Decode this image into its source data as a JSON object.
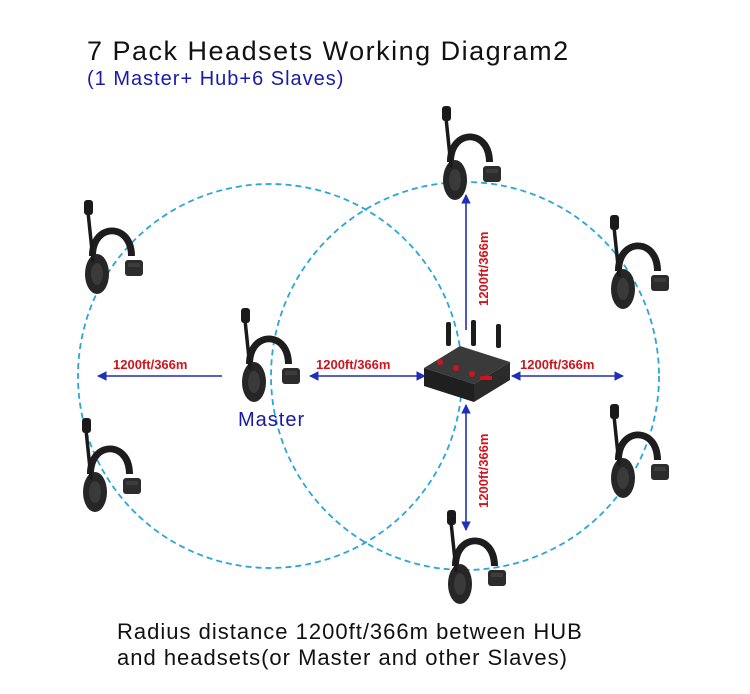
{
  "title": "7 Pack Headsets Working Diagram2",
  "subtitle": "(1 Master+ Hub+6 Slaves)",
  "labels": {
    "master": "Master",
    "distance": "1200ft/366m"
  },
  "caption": {
    "line1": "Radius distance 1200ft/366m between HUB",
    "line2": "and headsets(or Master and other Slaves)"
  },
  "colors": {
    "circle_dash": "#2aa6d6",
    "arrow_line": "#1e2fb8",
    "distance_label": "#d0141d",
    "master_label": "#1a1aa8",
    "headset": "#222222",
    "hub_body": "#2b2b2b"
  },
  "icons": {
    "headset": "headset-icon",
    "hub": "hub-icon"
  }
}
